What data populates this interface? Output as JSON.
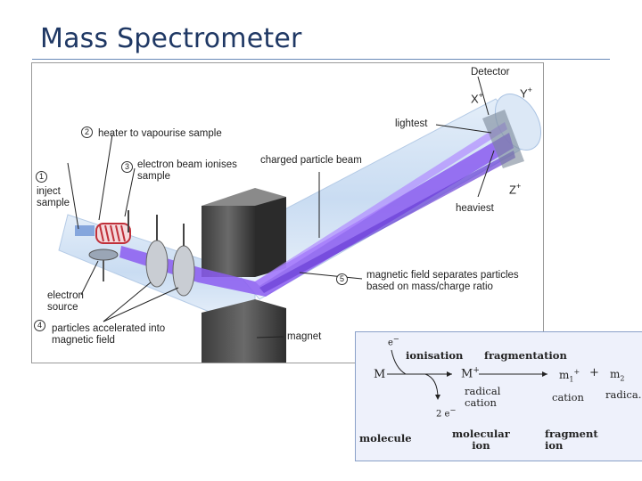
{
  "slide": {
    "title": "Mass Spectrometer"
  },
  "diagram": {
    "labels": {
      "detector": "Detector",
      "x_plus": "X",
      "y_plus": "Y",
      "z_plus": "Z",
      "lightest": "lightest",
      "heaviest": "heaviest",
      "heater": "heater to vapourise sample",
      "electron_beam": "electron beam ionises\nsample",
      "charged_beam": "charged particle beam",
      "inject": "inject\nsample",
      "magnetic_field_sep": "magnetic field separates particles\nbased on mass/charge ratio",
      "electron_source": "electron\nsource",
      "particles_accel": "particles accelerated into\nmagnetic field",
      "magnet": "magnet"
    },
    "step_numbers": [
      "1",
      "2",
      "3",
      "4",
      "5"
    ]
  },
  "inset": {
    "e_top": "e",
    "ionisation": "ionisation",
    "fragmentation": "fragmentation",
    "M": "M",
    "M_ion": "M",
    "m1": "m",
    "m2": "m",
    "plus_sign": "+",
    "radical_cation": "radical\ncation",
    "two_e": "2 e",
    "cation": "cation",
    "radical": "radica.",
    "molecule": "molecule",
    "molecular_ion": "molecular\nion",
    "fragment_ion": "fragment\nion"
  }
}
